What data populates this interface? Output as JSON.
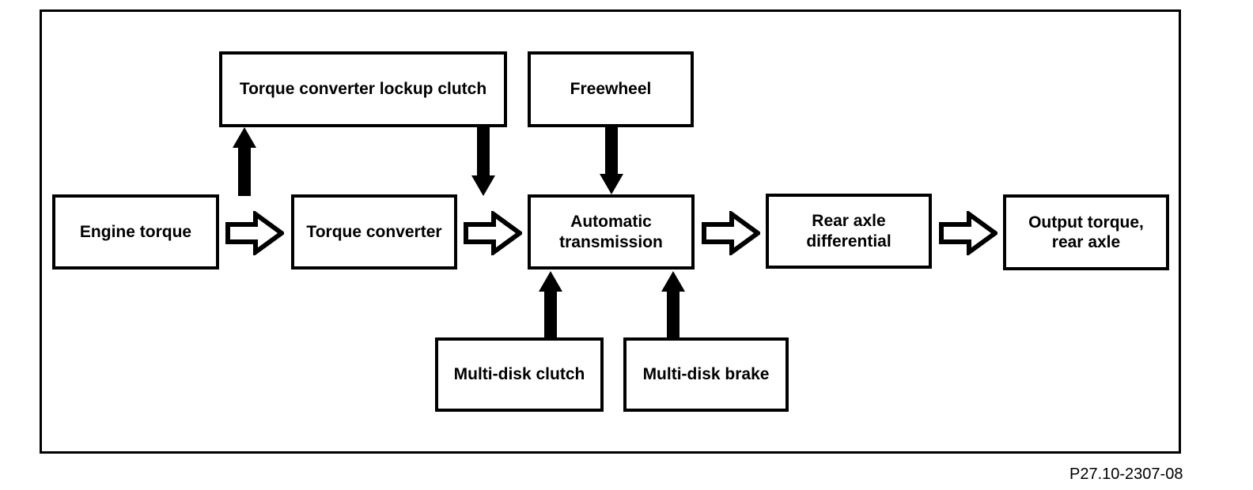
{
  "diagram": {
    "caption": "P27.10-2307-08",
    "colors": {
      "ink": "#000000",
      "paper": "#ffffff"
    },
    "nodes": {
      "engine_torque": {
        "label": "Engine torque"
      },
      "torque_converter": {
        "label": "Torque converter"
      },
      "automatic_transmission": {
        "label": "Automatic\ntransmission"
      },
      "rear_axle_differential": {
        "label": "Rear axle\ndifferential"
      },
      "output_torque_rear_axle": {
        "label": "Output torque,\nrear axle"
      },
      "torque_converter_lockup_clutch": {
        "label": "Torque converter lockup clutch"
      },
      "freewheel": {
        "label": "Freewheel"
      },
      "multi_disk_clutch": {
        "label": "Multi-disk clutch"
      },
      "multi_disk_brake": {
        "label": "Multi-disk brake"
      }
    },
    "connections": [
      {
        "from": "Engine torque",
        "to": "Torque converter",
        "style": "hollow-arrow-right"
      },
      {
        "from": "Torque converter",
        "to": "Automatic transmission",
        "style": "hollow-arrow-right"
      },
      {
        "from": "Automatic transmission",
        "to": "Rear axle differential",
        "style": "hollow-arrow-right"
      },
      {
        "from": "Rear axle differential",
        "to": "Output torque, rear axle",
        "style": "hollow-arrow-right"
      },
      {
        "from": "Engine torque flow",
        "to": "Torque converter lockup clutch",
        "style": "solid-arrow-up"
      },
      {
        "from": "Torque converter lockup clutch",
        "to": "Automatic transmission flow",
        "style": "solid-arrow-down"
      },
      {
        "from": "Freewheel",
        "to": "Automatic transmission",
        "style": "solid-arrow-down"
      },
      {
        "from": "Multi-disk clutch",
        "to": "Automatic transmission",
        "style": "solid-arrow-up"
      },
      {
        "from": "Multi-disk brake",
        "to": "Automatic transmission",
        "style": "solid-arrow-up"
      }
    ]
  }
}
